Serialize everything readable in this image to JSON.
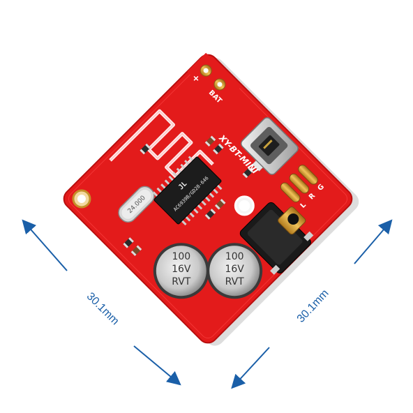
{
  "dimensions": {
    "left": "30.1mm",
    "right": "30.1mm"
  },
  "board": {
    "model_label": "XY-BT-MINI",
    "ic_logo": "JL",
    "ic_marking": "AC6939B/GD28-646",
    "crystal_marking": "24.000",
    "capacitor_1": {
      "value": "100",
      "voltage": "16V",
      "series": "RVT"
    },
    "capacitor_2": {
      "value": "100",
      "voltage": "16V",
      "series": "RVT"
    },
    "pad_plus": "+",
    "pad_bat": "BAT",
    "pad_l": "L",
    "pad_r": "R",
    "pad_g": "G",
    "colors": {
      "pcb": "#e31b1b",
      "silkscreen": "#ffffff",
      "gold": "#d9a23a",
      "dimension_arrow": "#1a5fa8"
    }
  }
}
